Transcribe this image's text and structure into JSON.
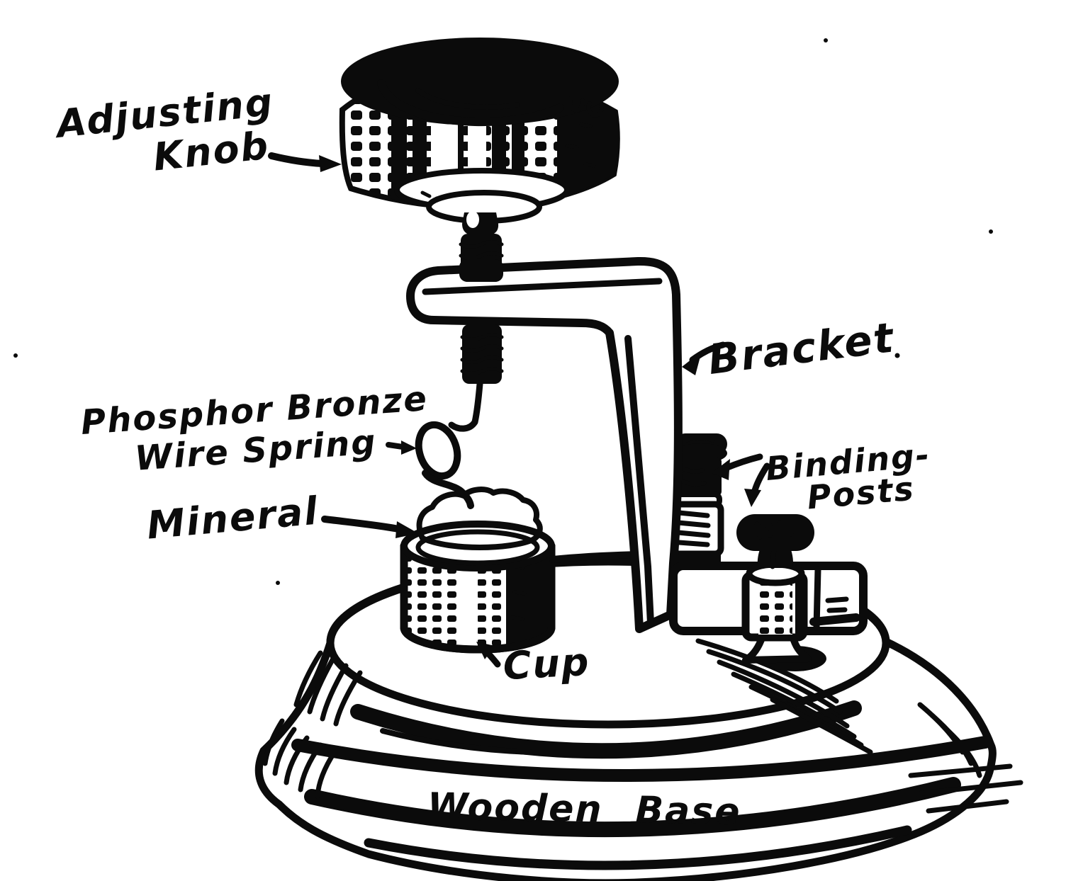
{
  "figure": {
    "kind": "vintage line engraving",
    "subject": "crystal detector stand with adjusting knob, bracket and wooden base",
    "ink_color": "#0b0b0b",
    "paper_color": "#ffffff"
  },
  "labels": {
    "adjusting_knob": {
      "line1": "Adjusting",
      "line2": "Knob"
    },
    "bracket": {
      "text": "Bracket"
    },
    "phosphor_spring": {
      "line1": "Phosphor Bronze",
      "line2": "Wire Spring"
    },
    "mineral": {
      "text": "Mineral"
    },
    "cup": {
      "text": "Cup"
    },
    "binding_posts": {
      "line1": "Binding-",
      "line2": "Posts"
    },
    "wooden_base": {
      "text": "Wooden Base"
    }
  }
}
